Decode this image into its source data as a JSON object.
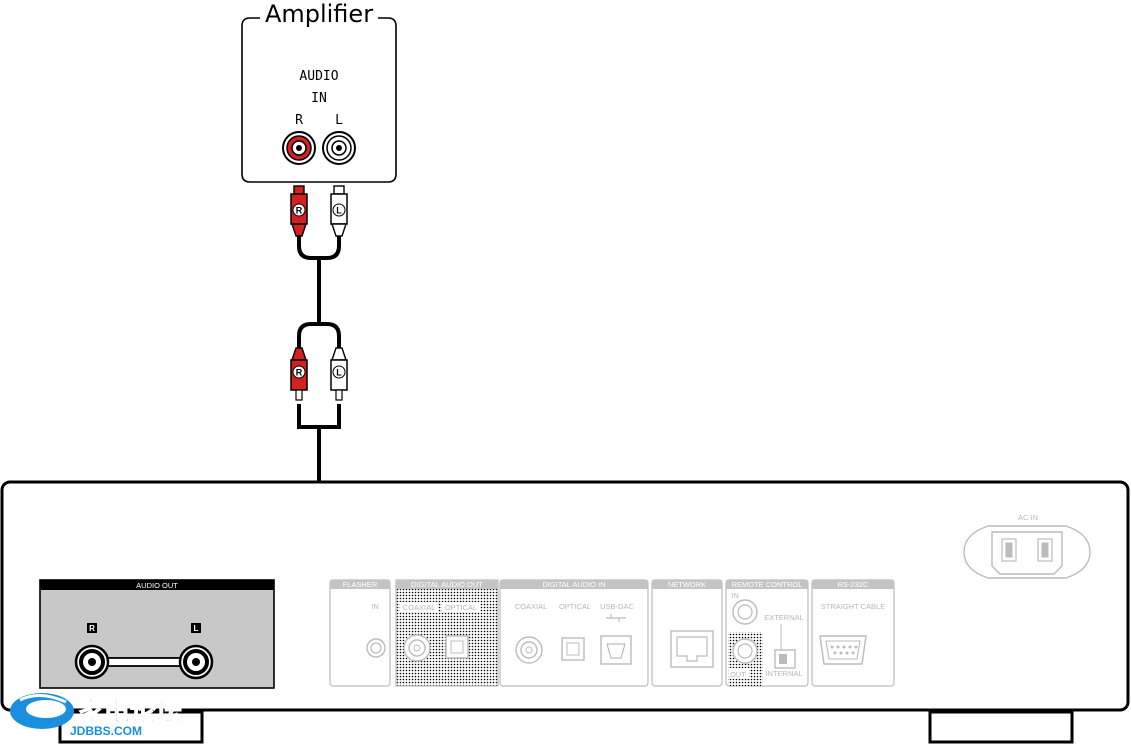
{
  "amplifier": {
    "title": "Amplifier",
    "audio_label": "AUDIO",
    "in_label": "IN",
    "r_label": "R",
    "l_label": "L"
  },
  "cable": {
    "plug_r": "R",
    "plug_l": "L"
  },
  "device": {
    "audio_out_label": "AUDIO OUT",
    "out_r": "R",
    "out_l": "L",
    "flasher_label": "FLASHER",
    "flasher_in": "IN",
    "digital_out_label": "DIGITAL AUDIO OUT",
    "dout_coaxial": "COAXIAL",
    "dout_optical": "OPTICAL",
    "digital_in_label": "DIGITAL AUDIO IN",
    "din_coaxial": "COAXIAL",
    "din_optical": "OPTICAL",
    "din_usb": "USB-DAC",
    "network_label": "NETWORK",
    "remote_label": "REMOTE CONTROL",
    "remote_in": "IN",
    "remote_out": "OUT",
    "remote_external": "EXTERNAL",
    "remote_internal": "INTERNAL",
    "rs232_label": "RS-232C",
    "rs232_sub": "STRAIGHT CABLE",
    "ac_in_label": "AC IN"
  },
  "watermark": {
    "line1": "家电论坛",
    "line2": "JDBBS.COM"
  },
  "colors": {
    "red_plug": "#d42020",
    "panel_grey": "#c8c8c8",
    "watermark_blue": "#1a8fe0"
  }
}
